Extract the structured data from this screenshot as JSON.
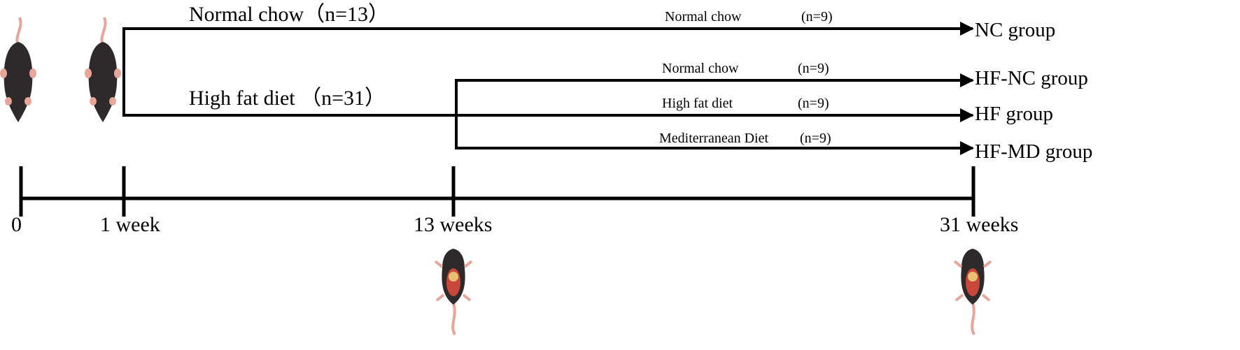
{
  "phase1": {
    "normal_chow": "Normal chow（n=13）",
    "high_fat": "High fat diet （n=31）"
  },
  "branches": [
    {
      "diet": "Normal chow",
      "n": "(n=9)",
      "group": "NC group"
    },
    {
      "diet": "Normal chow",
      "n": "(n=9)",
      "group": "HF-NC group"
    },
    {
      "diet": "High fat diet",
      "n": "(n=9)",
      "group": "HF group"
    },
    {
      "diet": "Mediterranean Diet",
      "n": "(n=9)",
      "group": "HF-MD group"
    }
  ],
  "timeline": [
    "0",
    "1 week",
    "13 weeks",
    "31 weeks"
  ],
  "colors": {
    "line": "#000000",
    "mouse_body": "#2e2a2b",
    "mouse_skin": "#e8a59a",
    "organs": "#c8463a"
  }
}
